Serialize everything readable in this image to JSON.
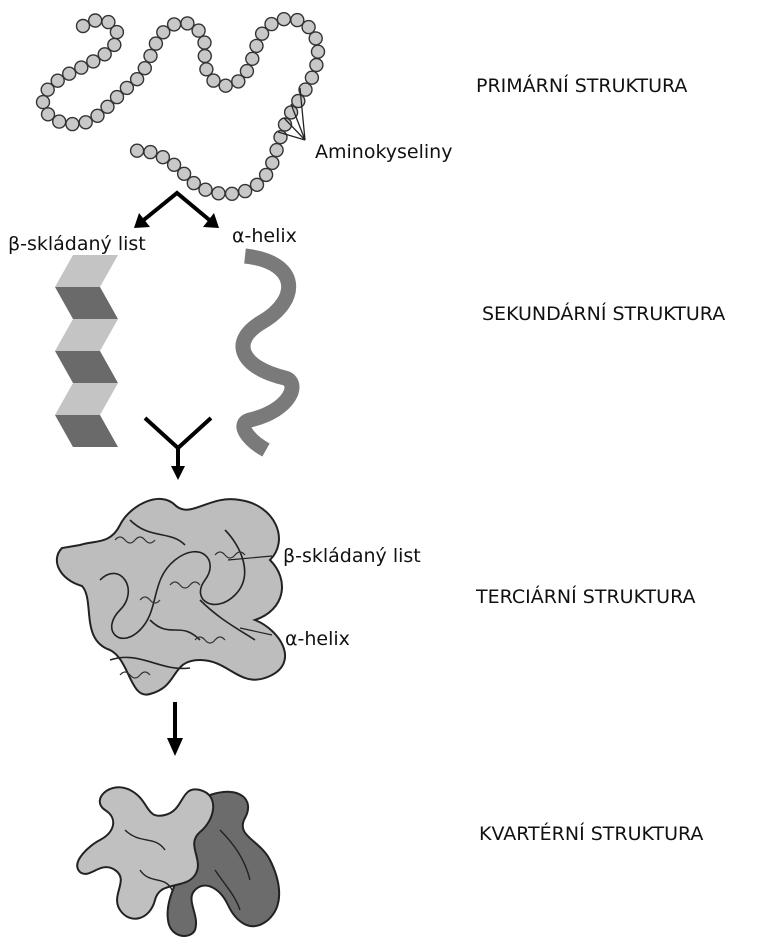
{
  "labels": {
    "primary": "PRIMÁRNÍ STRUKTURA",
    "secondary": "SEKUNDÁRNÍ STRUKTURA",
    "tertiary": "TERCIÁRNÍ STRUKTURA",
    "quaternary": "KVARTÉRNÍ STRUKTURA",
    "amino_acids": "Aminokyseliny",
    "beta_sheet": "β-skládaný list",
    "alpha_helix": "α-helix",
    "tertiary_beta_sheet": "β-skládaný list",
    "tertiary_alpha_helix": "α-helix"
  },
  "colors": {
    "bead_fill": "#c8c8c8",
    "bead_stroke": "#333333",
    "sheet_dark": "#6a6a6a",
    "sheet_light": "#c4c4c4",
    "helix": "#7a7a7a",
    "tertiary_fill": "#bdbdbd",
    "quaternary_light": "#c0c0c0",
    "quaternary_dark": "#6c6c6c"
  }
}
